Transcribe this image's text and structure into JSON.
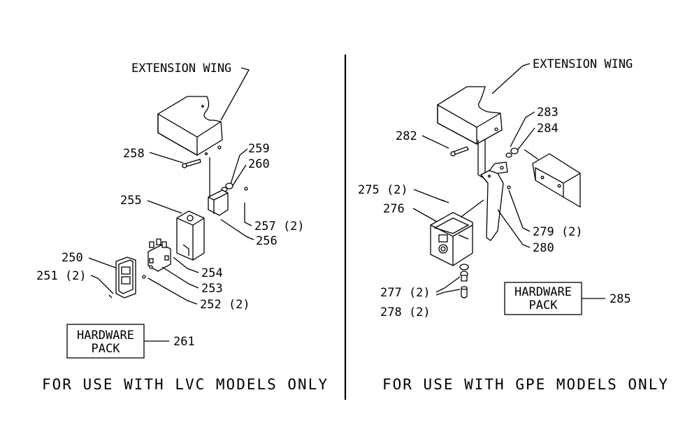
{
  "left": {
    "title": "EXTENSION WING",
    "labels": {
      "p258": "258",
      "p259": "259",
      "p260": "260",
      "p255": "255",
      "p257": "257 (2)",
      "p256": "256",
      "p250": "250",
      "p251": "251 (2)",
      "p254": "254",
      "p253": "253",
      "p252": "252 (2)",
      "p261": "261"
    },
    "hardware_line1": "HARDWARE",
    "hardware_line2": "PACK",
    "caption": "FOR USE WITH LVC MODELS ONLY"
  },
  "right": {
    "title": "EXTENSION WING",
    "labels": {
      "p283": "283",
      "p282": "282",
      "p284": "284",
      "p275": "275 (2)",
      "p276": "276",
      "p279": "279 (2)",
      "p280": "280",
      "p277": "277 (2)",
      "p278": "278 (2)",
      "p285": "285"
    },
    "hardware_line1": "HARDWARE",
    "hardware_line2": "PACK",
    "caption": "FOR USE WITH GPE MODELS ONLY"
  }
}
